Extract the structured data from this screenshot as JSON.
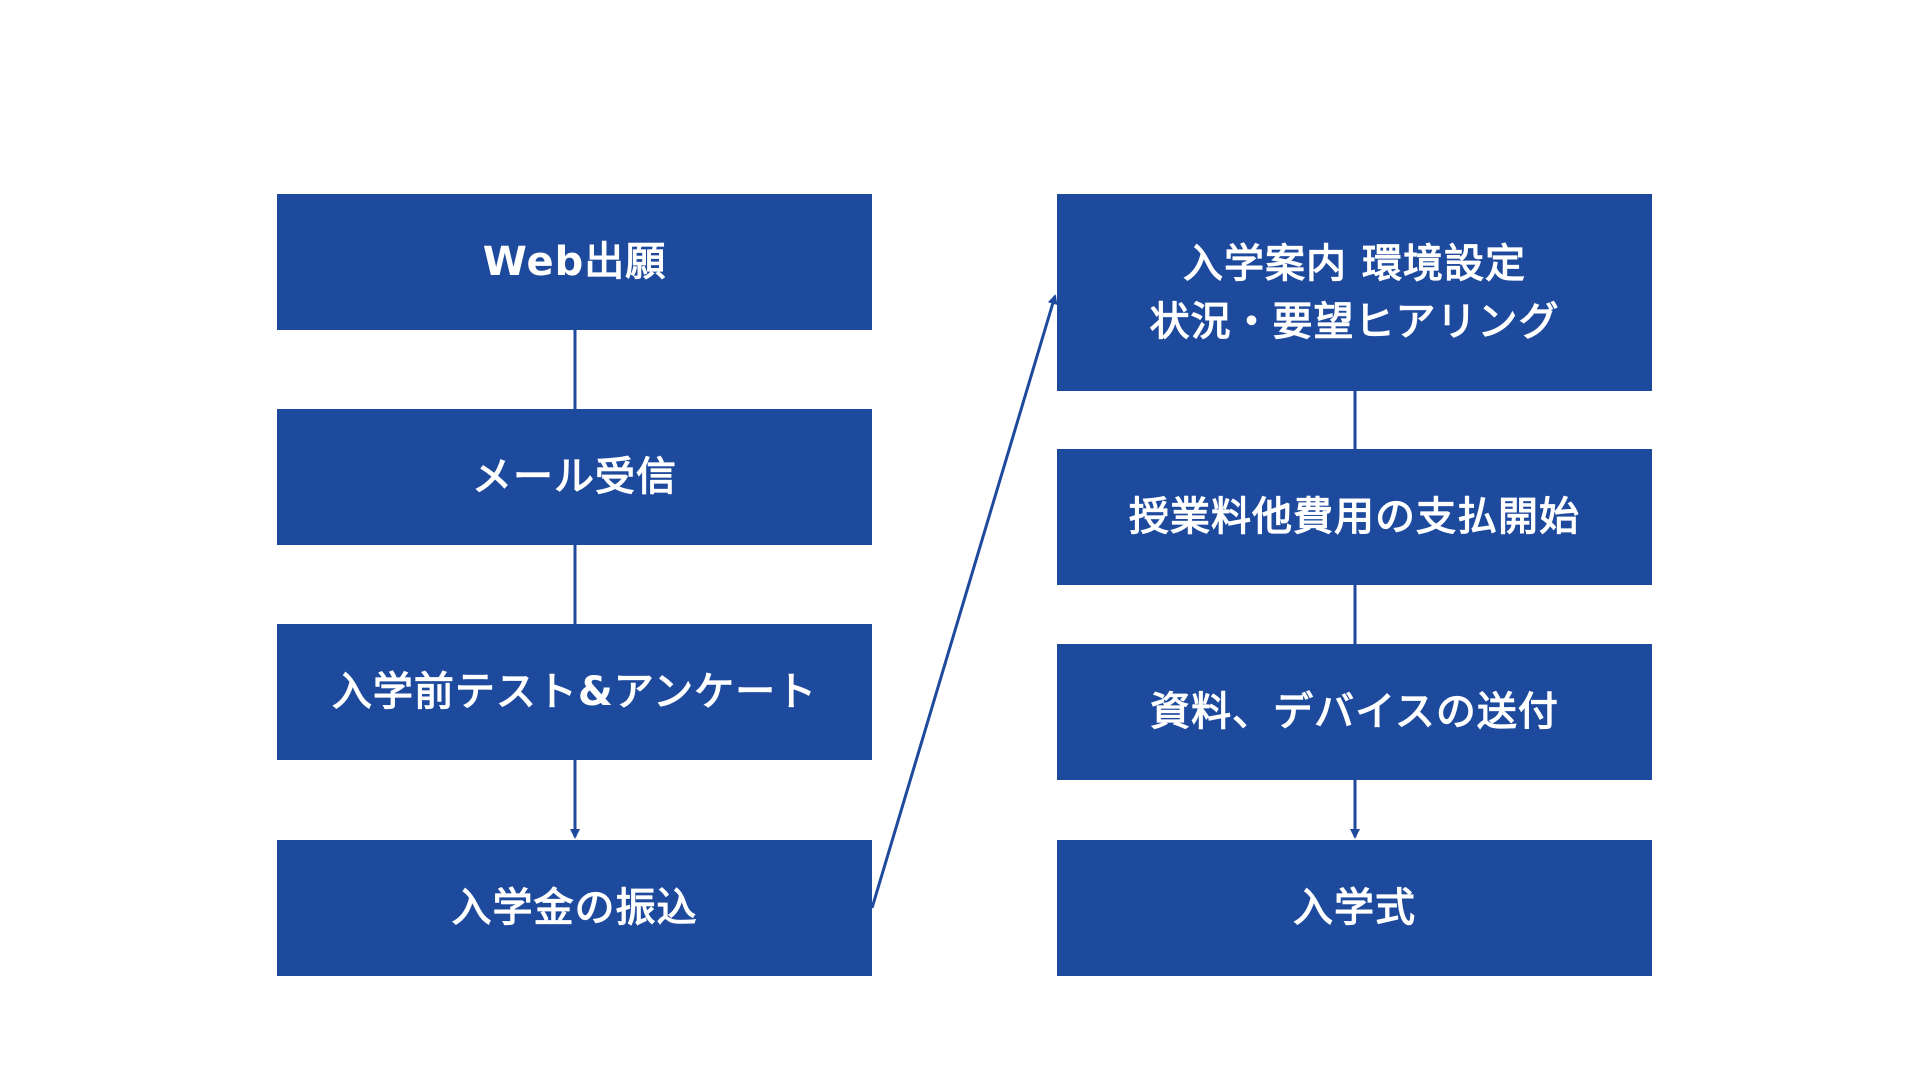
{
  "left_column": {
    "steps": [
      {
        "label": "Web出願"
      },
      {
        "label": "メール受信"
      },
      {
        "label": "入学前テスト&アンケート"
      },
      {
        "label": "入学金の振込"
      }
    ]
  },
  "right_column": {
    "steps": [
      {
        "lines": [
          "入学案内 環境設定",
          "状況・要望ヒアリング"
        ]
      },
      {
        "label": "授業料他費用の支払開始"
      },
      {
        "label": "資料、デバイスの送付"
      },
      {
        "label": "入学式"
      }
    ]
  },
  "colors": {
    "box_fill": "#1e4a9e",
    "box_text": "#ffffff",
    "connector": "#1e4a9e",
    "background": "#ffffff"
  }
}
